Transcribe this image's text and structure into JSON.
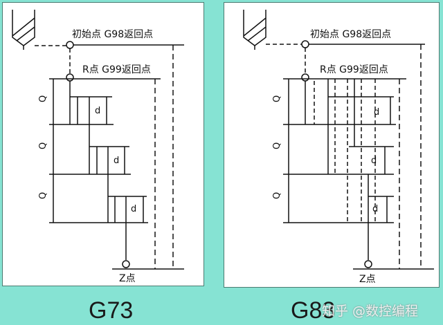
{
  "colors": {
    "background": "#86e3d3",
    "line": "#111111"
  },
  "diagrams": [
    {
      "caption": "G73",
      "initial_label": "初始点 G98返回点",
      "r_label": "R点 G99返回点",
      "z_label": "Z点",
      "q_label": "Q",
      "d_label": "d"
    },
    {
      "caption": "G83",
      "initial_label": "初始点 G98返回点",
      "r_label": "R点 G99返回点",
      "z_label": "Z点",
      "q_label": "Q",
      "d_label": "d"
    }
  ],
  "watermark": "知乎 @数控编程"
}
